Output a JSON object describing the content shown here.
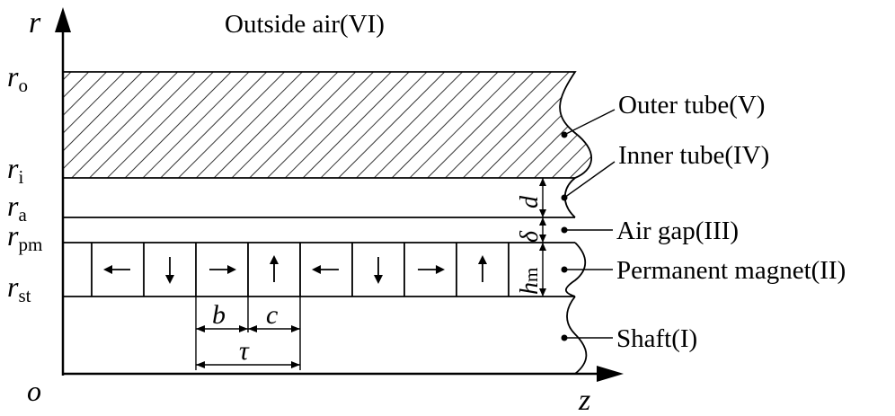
{
  "axes": {
    "r_axis": "r",
    "z_axis": "z",
    "origin": "o"
  },
  "radius_labels": {
    "ro": {
      "main": "r",
      "sub": "o"
    },
    "ri": {
      "main": "r",
      "sub": "i"
    },
    "ra": {
      "main": "r",
      "sub": "a"
    },
    "rpm": {
      "main": "r",
      "sub": "pm"
    },
    "rst": {
      "main": "r",
      "sub": "st"
    }
  },
  "regions": {
    "outside_air": "Outside air(VI)",
    "outer_tube": "Outer tube(V)",
    "inner_tube": "Inner tube(IV)",
    "air_gap": "Air gap(III)",
    "permanent_magnet": "Permanent magnet(II)",
    "shaft": "Shaft(I)"
  },
  "dimensions": {
    "d": "d",
    "delta": "δ",
    "hm": {
      "main": "h",
      "sub": "m"
    },
    "b": "b",
    "c": "c",
    "tau": "τ"
  },
  "magnet_directions": [
    "left",
    "down",
    "right",
    "up",
    "left",
    "down",
    "right",
    "up"
  ]
}
